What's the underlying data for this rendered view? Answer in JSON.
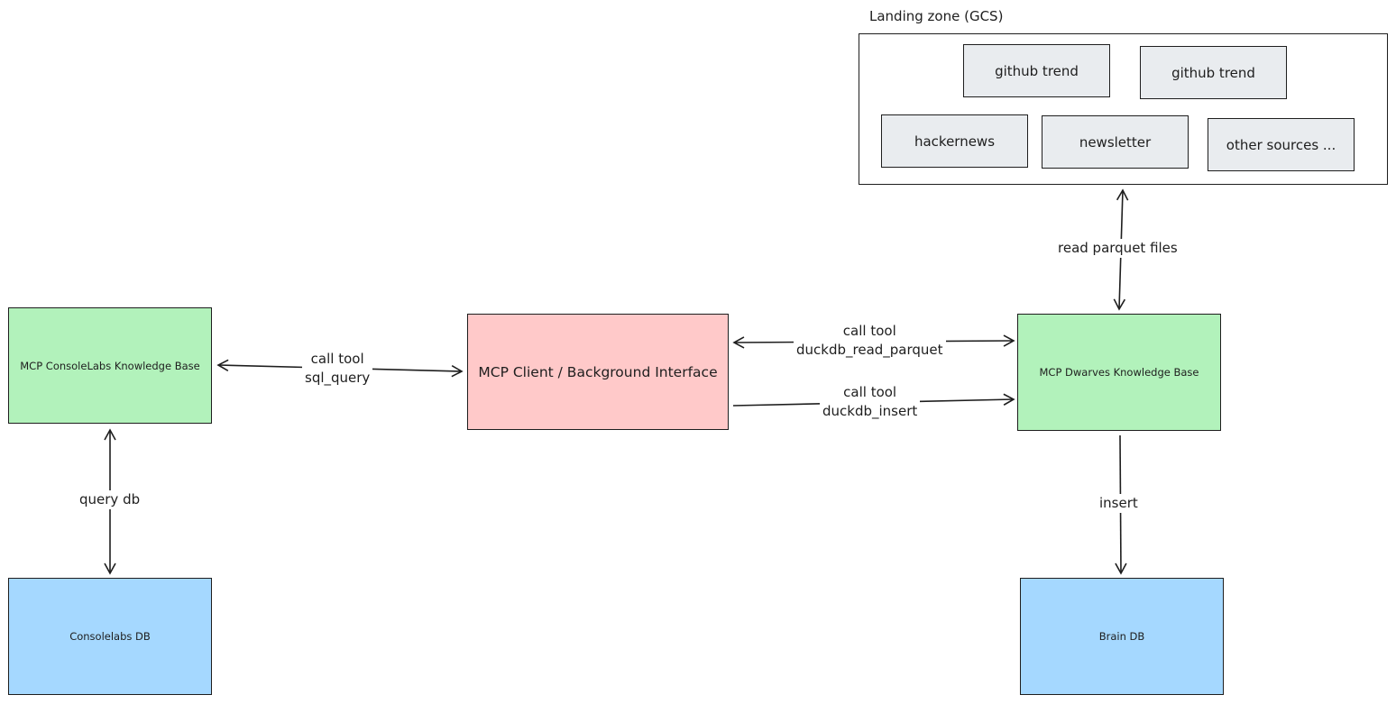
{
  "zone": {
    "title": "Landing zone (GCS)"
  },
  "sources": [
    {
      "key": "github-trend-1",
      "label": "github trend"
    },
    {
      "key": "github-trend-2",
      "label": "github trend"
    },
    {
      "key": "hackernews",
      "label": "hackernews"
    },
    {
      "key": "newsletter",
      "label": "newsletter"
    },
    {
      "key": "other-sources",
      "label": "other sources ..."
    }
  ],
  "nodes": {
    "consolelabs_kb": "MCP ConsoleLabs Knowledge Base",
    "client": "MCP Client / Background Interface",
    "dwarves_kb": "MCP Dwarves Knowledge Base",
    "consolelabs_db": "Consolelabs DB",
    "brain_db": "Brain DB"
  },
  "edges": {
    "sql_query": {
      "line1": "call tool",
      "line2": "sql_query"
    },
    "read_parquet": {
      "line1": "call tool",
      "line2": "duckdb_read_parquet"
    },
    "insert_tool": {
      "line1": "call tool",
      "line2": "duckdb_insert"
    },
    "read_files": "read parquet files",
    "query_db": "query db",
    "insert": "insert"
  },
  "colors": {
    "kb": "#b2f2bb",
    "client": "#ffc9c9",
    "db": "#a5d8ff",
    "source": "#e9ecef",
    "stroke": "#1e1e1e"
  }
}
